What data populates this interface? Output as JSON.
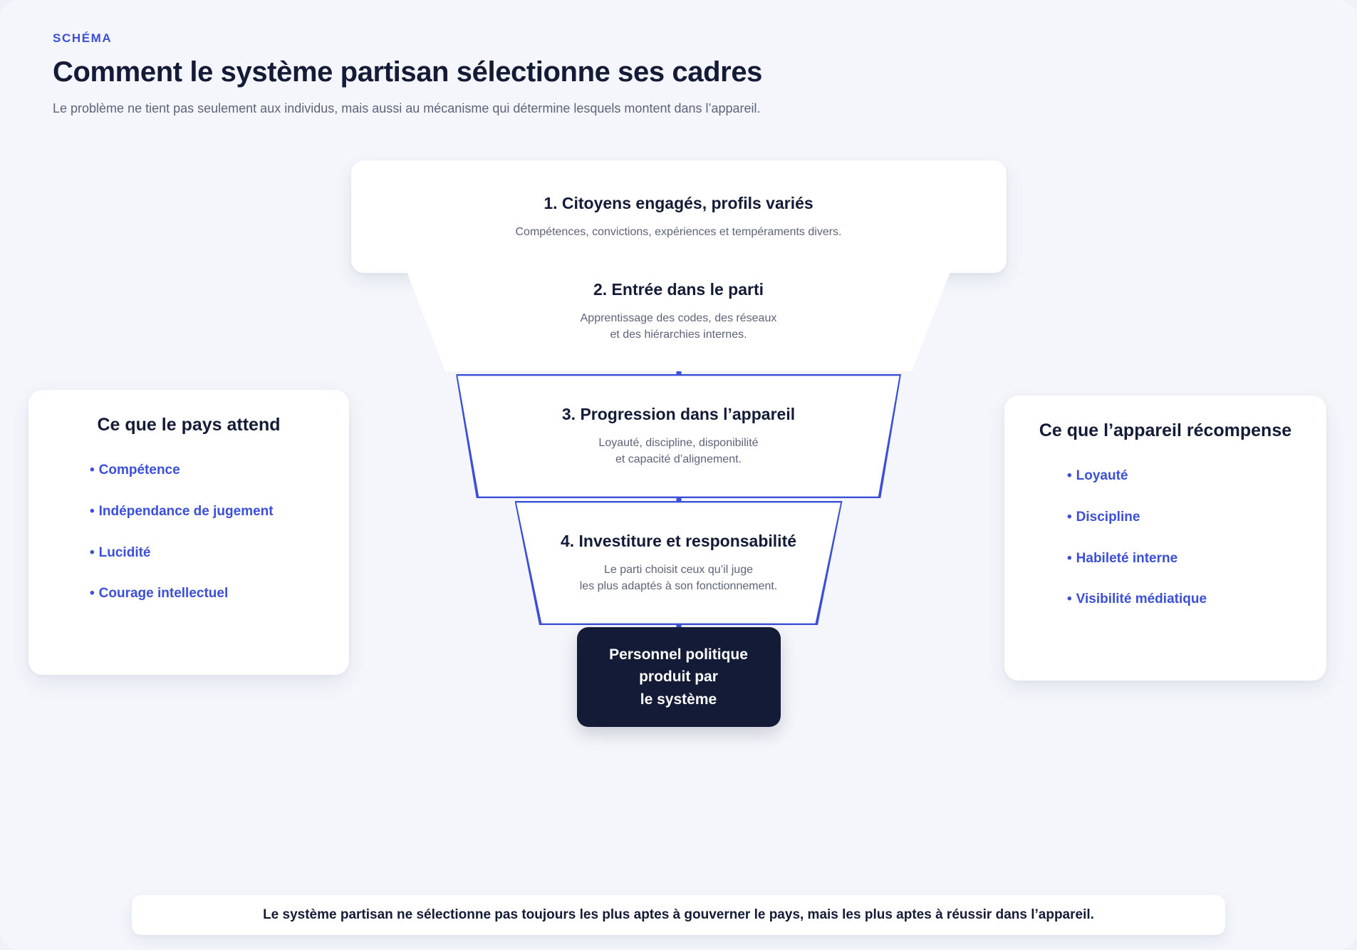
{
  "header": {
    "eyebrow": "SCHÉMA",
    "title": "Comment le système partisan sélectionne ses cadres",
    "subtitle": "Le problème ne tient pas seulement aux individus, mais aussi au mécanisme qui détermine lesquels montent dans l’appareil."
  },
  "colors": {
    "accent": "#3b4fd8",
    "ink": "#141b36",
    "muted": "#5d6479",
    "page_bg": "#f4f6fb",
    "card_bg": "#ffffff"
  },
  "funnel": {
    "stages": [
      {
        "title": "1. Citoyens engagés, profils variés",
        "desc_line1": "Compétences, convictions, expériences et tempéraments divers.",
        "desc_line2": ""
      },
      {
        "title": "2. Entrée dans le parti",
        "desc_line1": "Apprentissage des codes, des réseaux",
        "desc_line2": "et des hiérarchies internes."
      },
      {
        "title": "3. Progression dans l’appareil",
        "desc_line1": "Loyauté, discipline, disponibilité",
        "desc_line2": "et capacité d’alignement."
      },
      {
        "title": "4. Investiture et responsabilité",
        "desc_line1": "Le parti choisit ceux qu’il juge",
        "desc_line2": "les plus adaptés à son fonctionnement."
      }
    ],
    "outcome": {
      "line1": "Personnel politique",
      "line2": "produit par",
      "line3": "le système"
    }
  },
  "left_card": {
    "title": "Ce que le pays attend",
    "bullet": "•",
    "items": [
      "Compétence",
      "Indépendance de jugement",
      "Lucidité",
      "Courage intellectuel"
    ]
  },
  "right_card": {
    "title": "Ce que l’appareil récompense",
    "bullet": "•",
    "items": [
      "Loyauté",
      "Discipline",
      "Habileté interne",
      "Visibilité médiatique"
    ]
  },
  "banner": {
    "text": "Le système partisan ne sélectionne pas toujours les plus aptes à gouverner le pays, mais les plus aptes à réussir dans l’appareil."
  }
}
